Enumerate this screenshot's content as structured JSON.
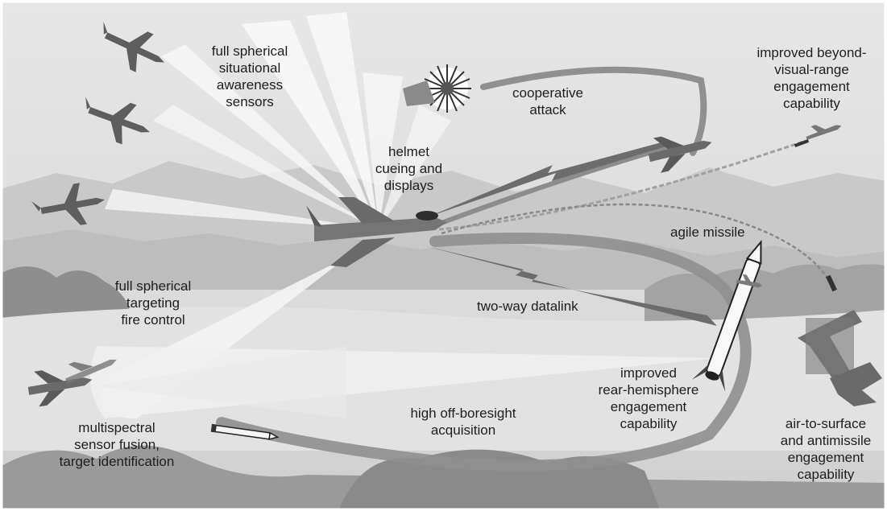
{
  "labels": {
    "situational_sensors": "full spherical\nsituational\nawareness\nsensors",
    "cooperative_attack": "cooperative\nattack",
    "bvr_engagement": "improved beyond-\nvisual-range\nengagement\ncapability",
    "helmet_cueing": "helmet\ncueing and\ndisplays",
    "agile_missile": "agile missile",
    "spherical_targeting": "full spherical\ntargeting\nfire control",
    "two_way_datalink": "two-way datalink",
    "rear_hemisphere": "improved\nrear-hemisphere\nengagement\ncapability",
    "high_off_boresight": "high off-boresight\nacquisition",
    "sensor_fusion": "multispectral\nsensor fusion,\ntarget identification",
    "air_to_surface": "air-to-surface\nand antimissile\nengagement\ncapability"
  }
}
